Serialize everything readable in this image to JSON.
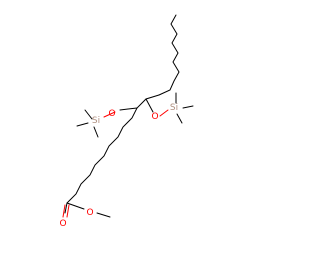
{
  "molecule": {
    "atom_labels": {
      "si_left": "Si",
      "o_left": "O",
      "si_right": "Si",
      "o_right": "O",
      "o_carbonyl": "O",
      "o_ester": "O"
    },
    "colors": {
      "carbon_bond": "#000000",
      "oxygen": "#ff0000",
      "silicon": "#b09080"
    }
  }
}
